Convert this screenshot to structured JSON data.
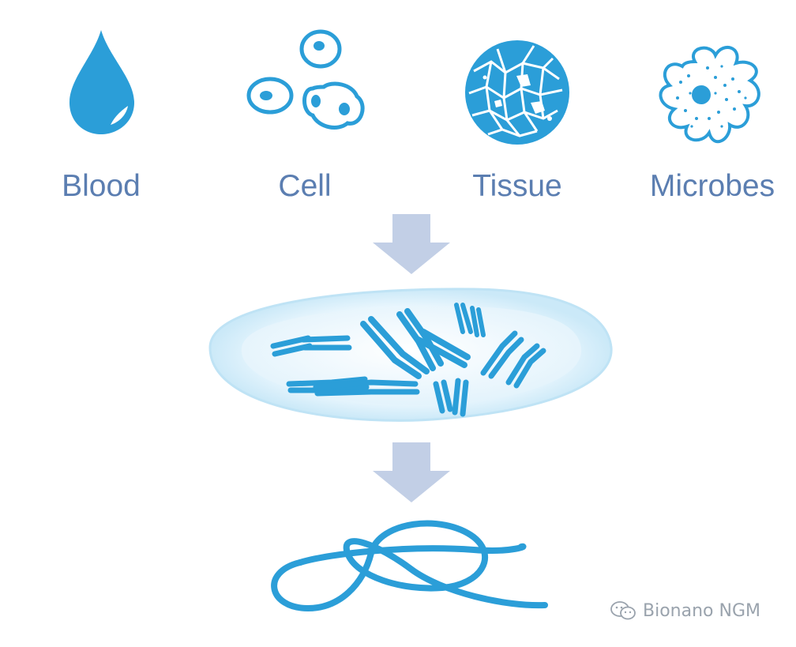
{
  "sources": [
    {
      "label": "Blood",
      "icon": "water-drop-icon"
    },
    {
      "label": "Cell",
      "icon": "cells-icon"
    },
    {
      "label": "Tissue",
      "icon": "tissue-circle-icon"
    },
    {
      "label": "Microbes",
      "icon": "microbe-amoeba-icon"
    }
  ],
  "steps": [
    "chromosome-dish",
    "dna-strand"
  ],
  "watermark": {
    "text": "Bionano NGM",
    "icon": "wechat-icon"
  },
  "colors": {
    "icon_blue": "#2b9ed8",
    "label_blue": "#5b7eb1",
    "arrow": "#c2cfe6",
    "dish_edge": "#bfe3f5",
    "dish_inner": "#eaf6fd",
    "watermark": "#9aa3ad"
  }
}
